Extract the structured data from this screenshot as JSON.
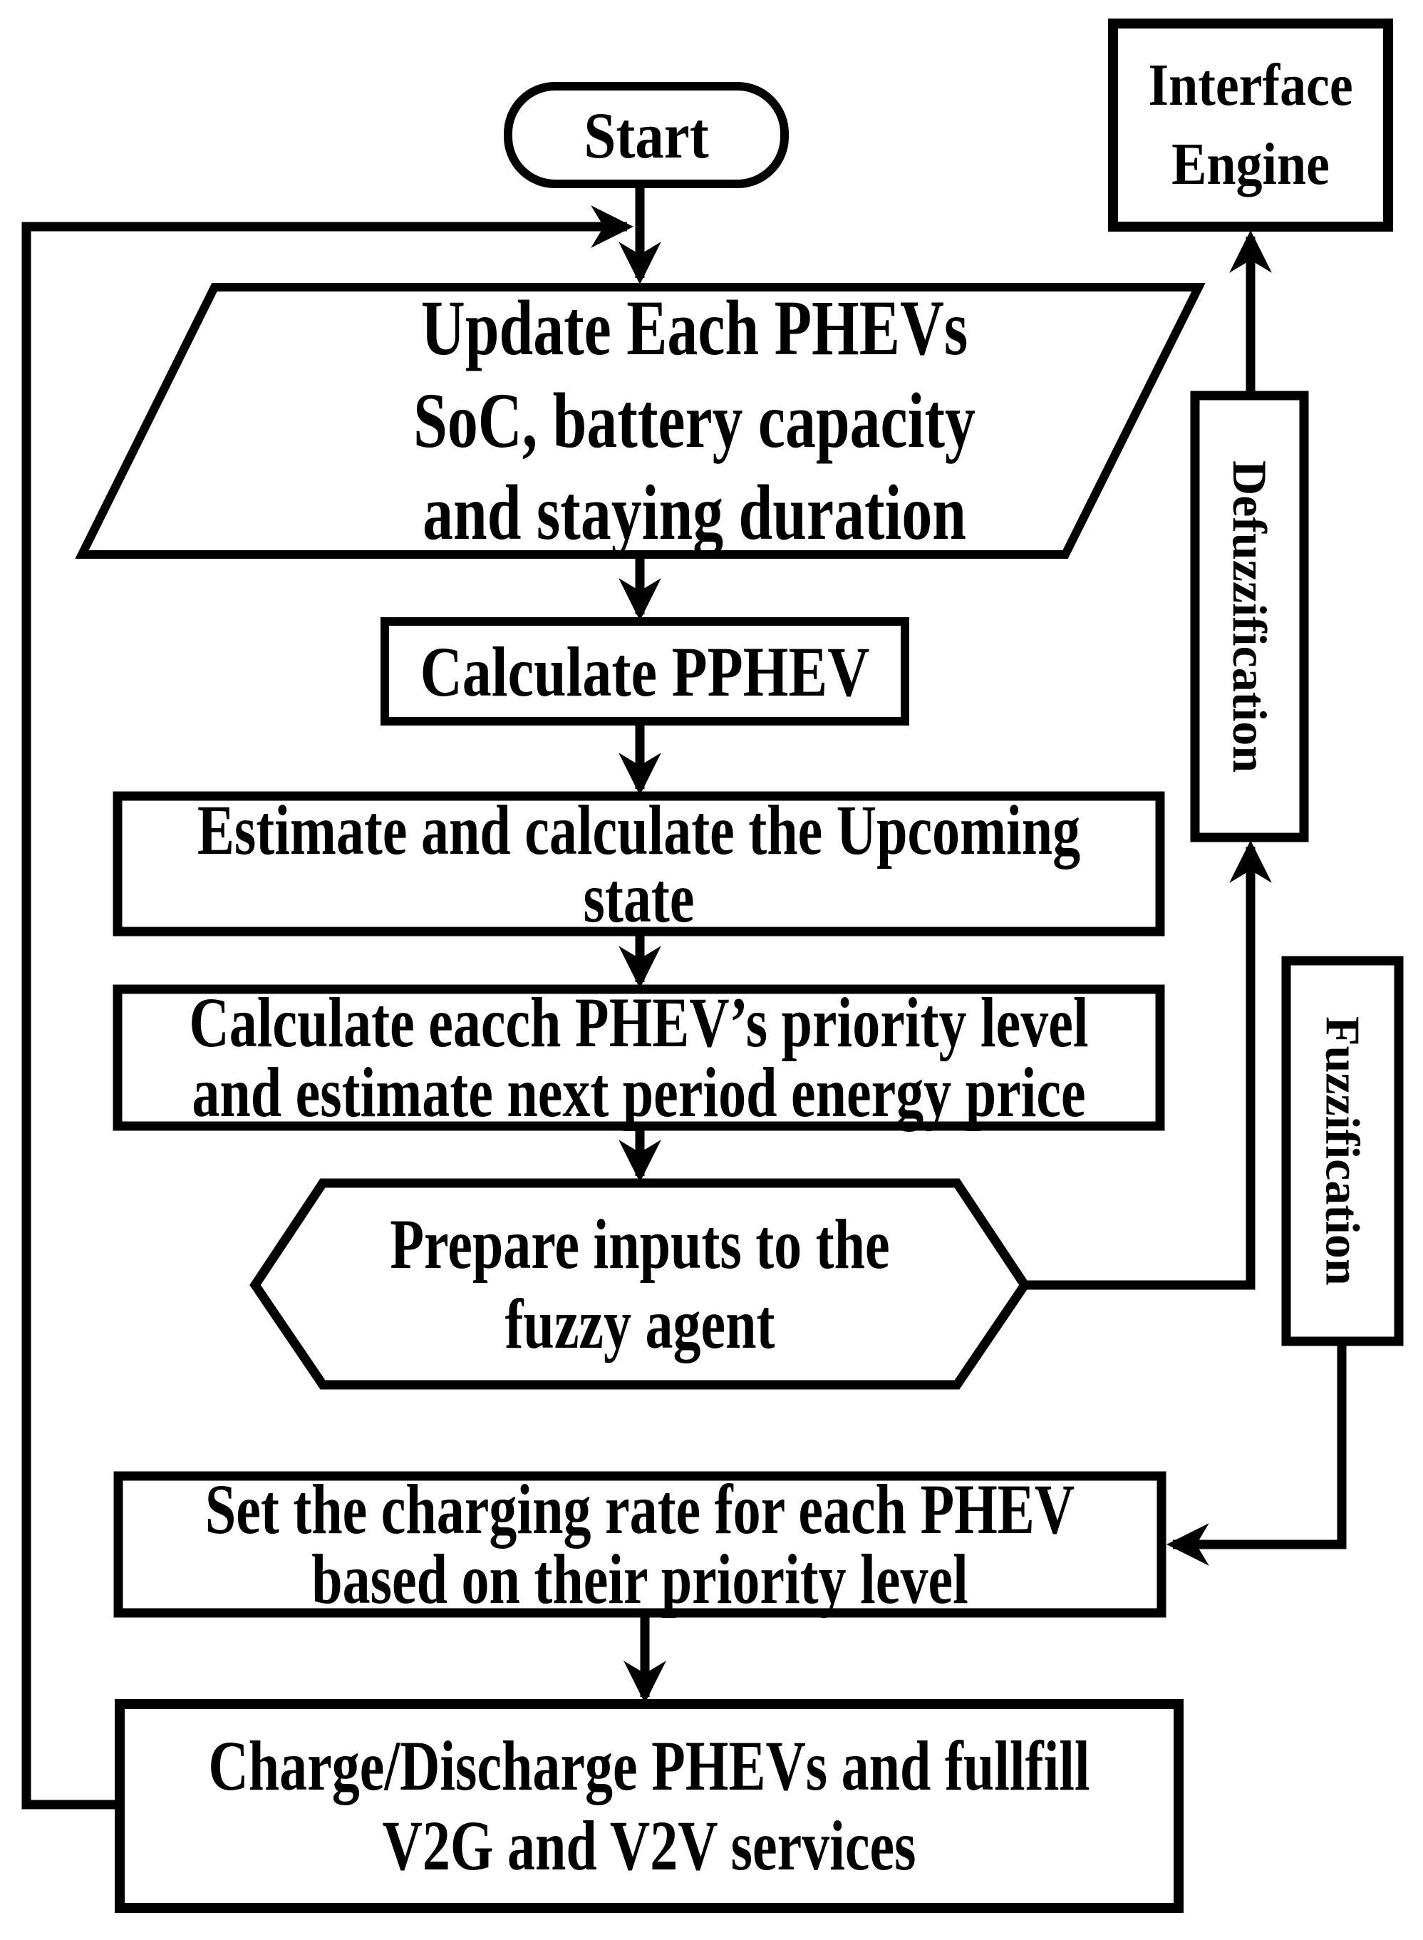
{
  "diagram": {
    "type": "flowchart",
    "colors": {
      "ink": "#000000",
      "background": "#ffffff"
    },
    "nodes": {
      "start": {
        "label": "Start"
      },
      "interface_engine": {
        "lines": [
          "Interface",
          "Engine"
        ]
      },
      "update_phevs": {
        "lines": [
          "Update Each PHEVs",
          "SoC, battery capacity",
          "and staying duration"
        ]
      },
      "calculate_pphev": {
        "label": "Calculate PPHEV"
      },
      "estimate_state": {
        "lines": [
          "Estimate and calculate the Upcoming",
          "state"
        ]
      },
      "priority_level": {
        "lines": [
          "Calculate eacch PHEV’s priority level",
          "and estimate next period energy price"
        ]
      },
      "prepare_inputs": {
        "lines": [
          "Prepare inputs to the",
          "fuzzy agent"
        ]
      },
      "defuzzification": {
        "label": "Defuzzification"
      },
      "fuzzification": {
        "label": "Fuzzification"
      },
      "set_charging_rate": {
        "lines": [
          "Set the charging rate for each PHEV",
          "based on their priority level"
        ]
      },
      "charge_discharge": {
        "lines": [
          "Charge/Discharge PHEVs and fullfill",
          "V2G and V2V services"
        ]
      }
    }
  }
}
